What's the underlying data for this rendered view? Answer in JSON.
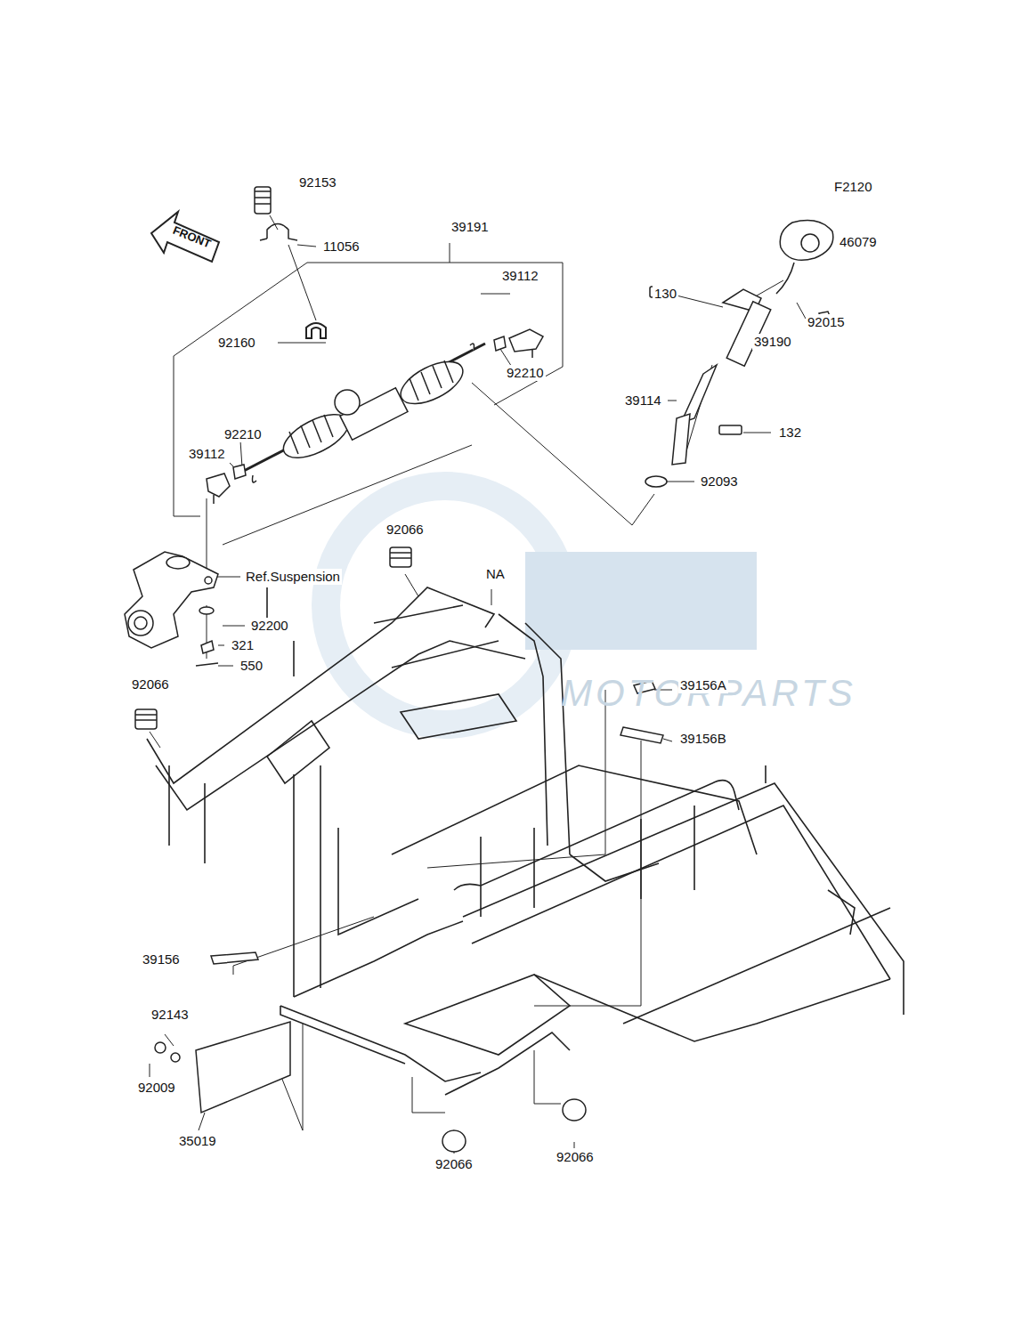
{
  "diagram": {
    "labels": [
      "92153",
      "F2120",
      "FRONT",
      "11056",
      "39191",
      "46079",
      "39112",
      "130",
      "92015",
      "92160",
      "39190",
      "92210",
      "39114",
      "92210",
      "132",
      "39112",
      "92093",
      "92066",
      "NA",
      "Ref.Suspension",
      "92200",
      "321",
      "550",
      "92066",
      "39156A",
      "39156B",
      "39156",
      "92143",
      "92009",
      "35019",
      "92066",
      "92066",
      "MOTORPARTS"
    ]
  }
}
